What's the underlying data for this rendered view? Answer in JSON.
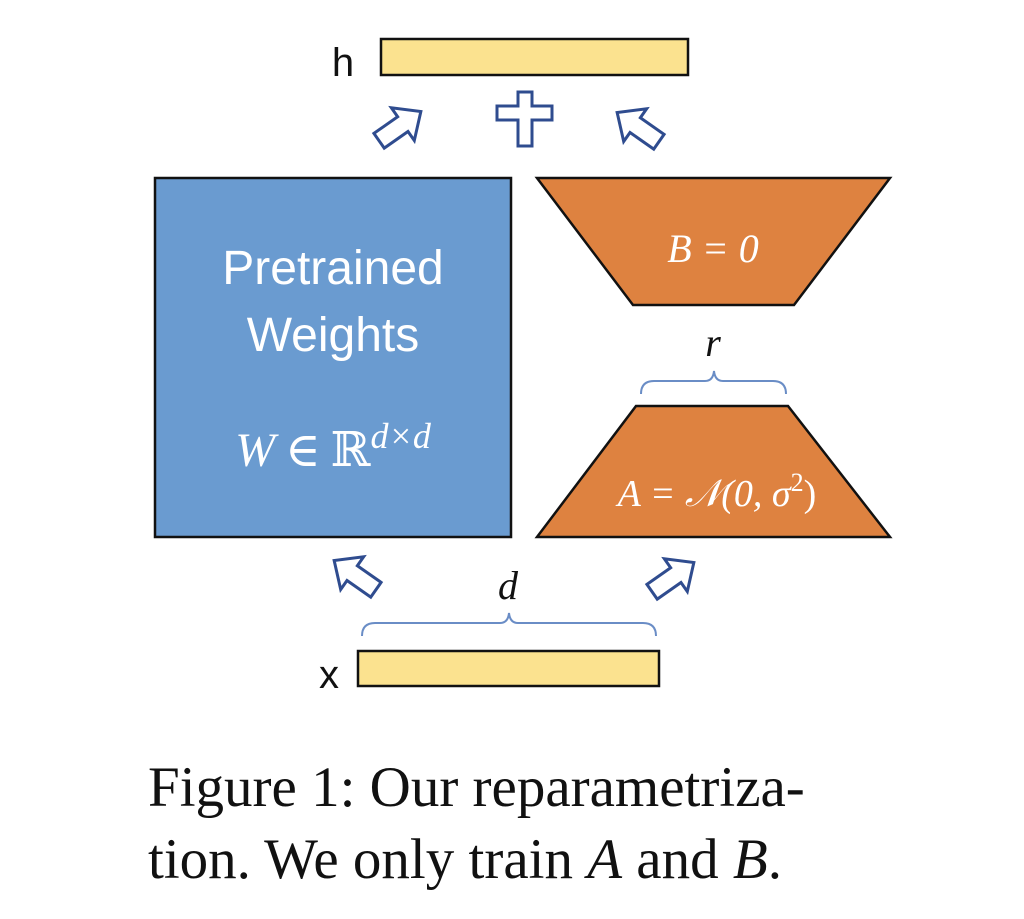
{
  "labels": {
    "h": "h",
    "x": "x",
    "pretrained_line1": "Pretrained",
    "pretrained_line2": "Weights",
    "W": "W",
    "in_symbol": "∈",
    "reals": "ℝ",
    "dim_exponent": "d×d",
    "B_eq": "B = 0",
    "A_prefix": "A = ",
    "A_calN": "𝒩",
    "A_args": "(0, σ",
    "A_sq": "2",
    "A_close": ")",
    "r": "r",
    "d": "d"
  },
  "caption": {
    "line1": "Figure 1: Our reparametriza-",
    "line2_pre": "tion. We only train ",
    "A": "A",
    "and": " and ",
    "B": "B",
    "end": "."
  },
  "colors": {
    "vector": "#fbe28f",
    "pretrained": "#6a9bd0",
    "lowrank": "#de8240",
    "arrow": "#2f4c8f",
    "brace": "#6a8dc6",
    "outline": "#111111"
  }
}
